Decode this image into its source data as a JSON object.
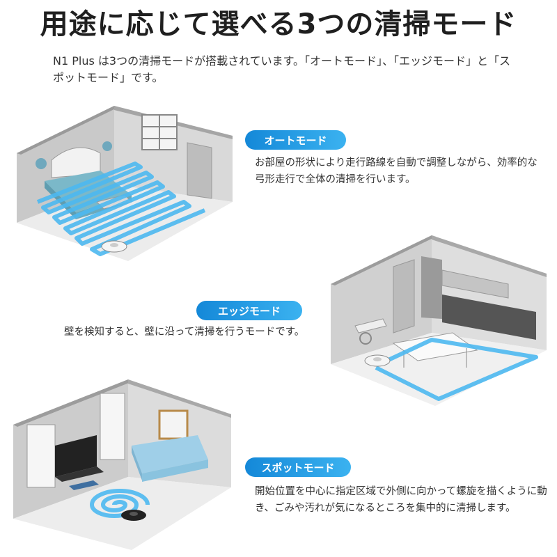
{
  "page": {
    "title": "用途に応じて選べる3つの清掃モード",
    "intro": "N1 Plus は3つの清掃モードが搭載されています。「オートモード」、「エッジモード」と「スポットモード」です。"
  },
  "modes": [
    {
      "label": "オートモード",
      "description": "お部屋の形状により走行路線を自動で調整しながら、効率的な弓形走行で全体の清掃を行います。"
    },
    {
      "label": "エッジモード",
      "description": "壁を検知すると、壁に沿って清掃を行うモードです。"
    },
    {
      "label": "スポットモード",
      "description": "開始位置を中心に指定区域で外側に向かって螺旋を描くように動き、ごみや汚れが気になるところを集中的に清掃します。"
    }
  ],
  "colors": {
    "accent": "#1a90dd",
    "path": "#4db8f0",
    "wall": "#cfcfcf",
    "floor": "#e6e6e6"
  }
}
